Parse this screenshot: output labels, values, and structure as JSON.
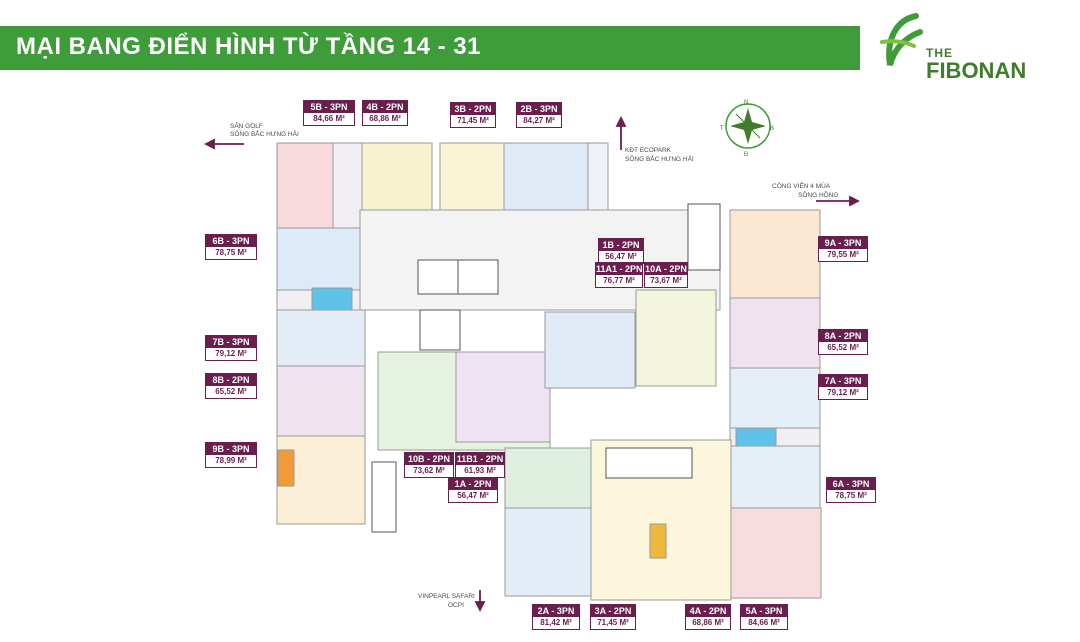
{
  "header": {
    "title": "MẠI BANG ĐIỂN HÌNH TỪ TẦNG 14 - 31"
  },
  "logo": {
    "the": "THE",
    "name": "FIBONAN"
  },
  "directions": {
    "golf": [
      "SÂN GOLF",
      "SÔNG BẮC HƯNG HẢI"
    ],
    "ecopark": [
      "KĐT ECOPARK",
      "SÔNG BẮC HƯNG HẢI"
    ],
    "park": [
      "CÔNG VIÊN 4 MÙA",
      "SÔNG HỒNG"
    ],
    "safari": [
      "VINPEARL SAFARI",
      "OCPI"
    ]
  },
  "units": [
    {
      "code": "5B - 3PN",
      "area": "84,66 M²"
    },
    {
      "code": "4B - 2PN",
      "area": "68,86 M²"
    },
    {
      "code": "3B - 2PN",
      "area": "71,45 M²"
    },
    {
      "code": "2B - 3PN",
      "area": "84,27 M²"
    },
    {
      "code": "6B - 3PN",
      "area": "78,75 M²"
    },
    {
      "code": "1B - 2PN",
      "area": "56,47 M²"
    },
    {
      "code": "11A1 - 2PN",
      "area": "76,77 M²"
    },
    {
      "code": "10A - 2PN",
      "area": "73,67 M²"
    },
    {
      "code": "9A - 3PN",
      "area": "79,55 M²"
    },
    {
      "code": "7B - 3PN",
      "area": "79,12 M²"
    },
    {
      "code": "8A - 2PN",
      "area": "65,52 M²"
    },
    {
      "code": "8B - 2PN",
      "area": "65,52 M²"
    },
    {
      "code": "7A - 3PN",
      "area": "79,12 M²"
    },
    {
      "code": "9B - 3PN",
      "area": "78,99 M²"
    },
    {
      "code": "10B - 2PN",
      "area": "73,62 M²"
    },
    {
      "code": "11B1 - 2PN",
      "area": "61,93 M²"
    },
    {
      "code": "6A - 3PN",
      "area": "78,75 M²"
    },
    {
      "code": "1A - 2PN",
      "area": "56,47 M²"
    },
    {
      "code": "2A - 3PN",
      "area": "81,42 M²"
    },
    {
      "code": "3A - 2PN",
      "area": "71,45 M²"
    },
    {
      "code": "4A - 2PN",
      "area": "68,86 M²"
    },
    {
      "code": "5A - 3PN",
      "area": "84,66 M²"
    }
  ],
  "compass_letters": [
    "N",
    "B",
    "Đ",
    "T"
  ],
  "colors": {
    "header": "#3f9c3a",
    "label": "#6a1e4e"
  }
}
